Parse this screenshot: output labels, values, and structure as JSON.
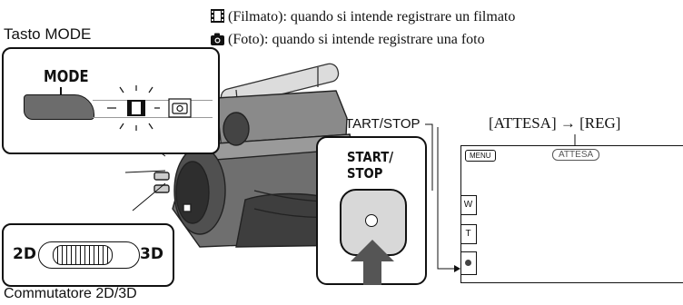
{
  "top_notes": {
    "movie_line": "(Filmato): quando si intende registrare un filmato",
    "photo_line": "(Foto): quando si intende registrare una foto",
    "movie_icon": "film-icon",
    "photo_icon": "camera-icon"
  },
  "labels": {
    "mode_key": "Tasto MODE",
    "start_stop_key": "Tasto START/STOP",
    "switch_2d3d": "Commutatore 2D/3D",
    "rec_transition": "[ATTESA] → [REG]"
  },
  "mode_panel": {
    "mode_text": "MODE"
  },
  "start_stop_panel": {
    "line1": "START/",
    "line2": "STOP"
  },
  "switch_panel": {
    "left": "2D",
    "right": "3D"
  },
  "lcd": {
    "menu": "MENU",
    "status": "ATTESA",
    "w": "W",
    "t": "T"
  }
}
